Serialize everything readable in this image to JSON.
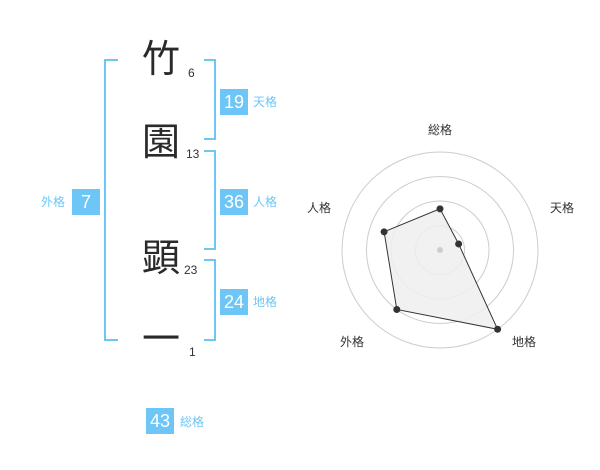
{
  "name": {
    "characters": [
      {
        "char": "竹",
        "strokes": "6"
      },
      {
        "char": "園",
        "strokes": "13"
      },
      {
        "char": "顕",
        "strokes": "23"
      },
      {
        "char": "一",
        "strokes": "1"
      }
    ]
  },
  "fortunes": {
    "tenkaku": {
      "value": "19",
      "label": "天格"
    },
    "jinkaku": {
      "value": "36",
      "label": "人格"
    },
    "chikaku": {
      "value": "24",
      "label": "地格"
    },
    "gaikaku": {
      "value": "7",
      "label": "外格"
    },
    "soukaku": {
      "value": "43",
      "label": "総格"
    }
  },
  "colors": {
    "accent": "#6ec6f6",
    "kanji": "#2a2a2a",
    "radar_grid": "#cccccc",
    "radar_fill": "#efefef",
    "radar_line": "#333333"
  },
  "chart_data": {
    "type": "radar",
    "axes": [
      "総格",
      "天格",
      "地格",
      "外格",
      "人格"
    ],
    "series": [
      {
        "values": [
          0.42,
          0.2,
          1.0,
          0.75,
          0.6
        ]
      }
    ],
    "rlim": [
      0,
      1
    ],
    "rings": 4
  }
}
